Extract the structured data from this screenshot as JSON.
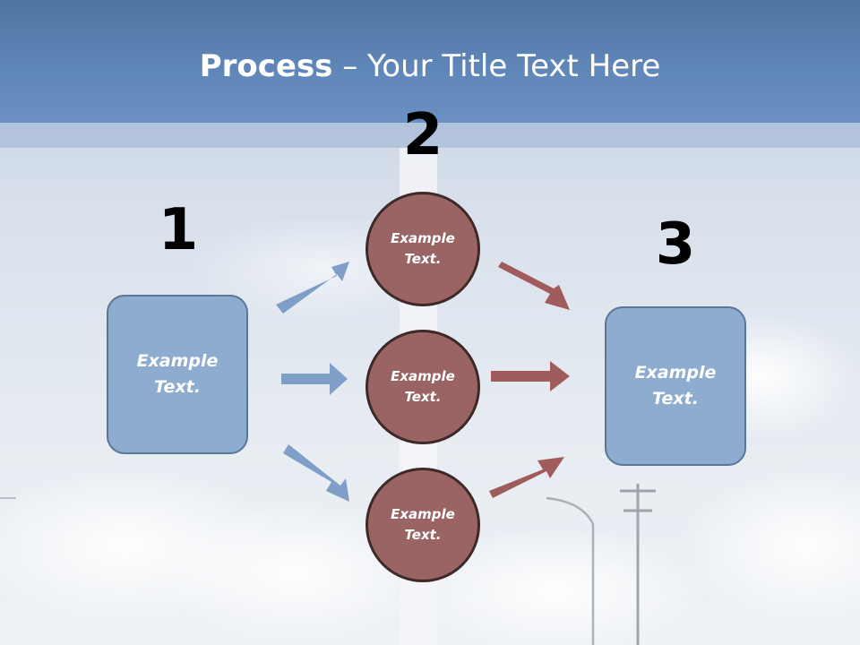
{
  "title": {
    "bold": "Process",
    "rest": " – Your Title Text Here"
  },
  "steps": [
    {
      "number": "1",
      "text": "Example\nText."
    },
    {
      "number": "2"
    },
    {
      "number": "3",
      "text": "Example\nText."
    }
  ],
  "circles": [
    {
      "text": "Example\nText."
    },
    {
      "text": "Example\nText."
    },
    {
      "text": "Example\nText."
    }
  ],
  "colors": {
    "header": "#5f86b8",
    "box_fill": "#8eabd0",
    "circle_fill": "#9b6464",
    "blue_arrow": "#7f9fc8",
    "red_arrow": "#a05c5c"
  }
}
